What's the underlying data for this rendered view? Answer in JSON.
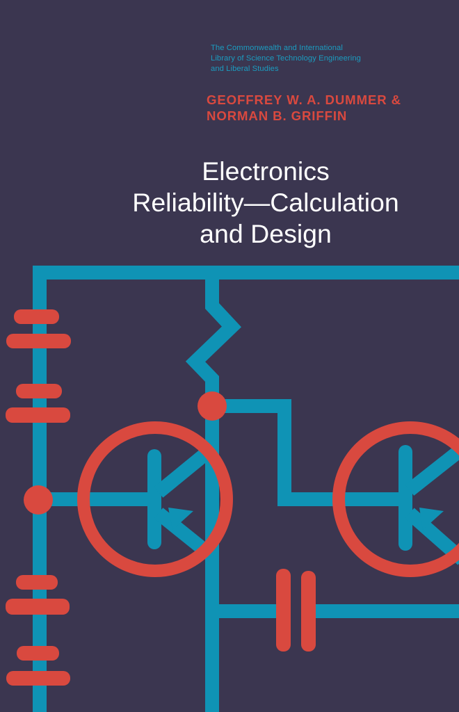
{
  "cover": {
    "series": {
      "lines": [
        "The Commonwealth and International",
        "Library of Science Technology Engineering",
        "and Liberal Studies"
      ]
    },
    "authors": {
      "lines": [
        "GEOFFREY W. A. DUMMER &",
        "NORMAN B. GRIFFIN"
      ]
    },
    "title": {
      "lines": [
        "Electronics",
        "Reliability—Calculation",
        "and Design"
      ]
    },
    "illustration": {
      "subject": "transistor-circuit-schematic",
      "components": [
        "battery-cell",
        "battery-cell",
        "resistor",
        "transistor",
        "transistor",
        "capacitor",
        "junction-dot",
        "junction-dot"
      ]
    },
    "colors": {
      "background": "#3b3650",
      "wire_blue": "#0f93b5",
      "component_red": "#d9493f",
      "series_text": "#1b9cc0",
      "title_text": "#ffffff"
    }
  }
}
